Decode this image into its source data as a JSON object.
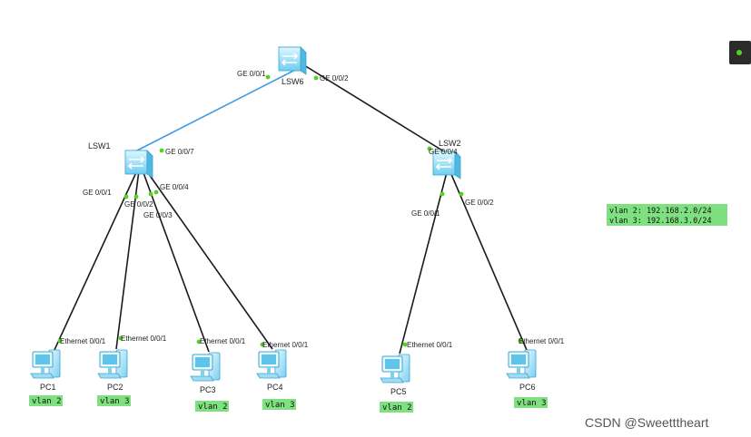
{
  "colors": {
    "link_default": "#1a1a1a",
    "link_uplink": "#3d9be9",
    "port_dot": "#4fd31f",
    "vlan_tag_bg": "#7fe07f",
    "device_body": "#8fdcf5"
  },
  "switches": [
    {
      "id": "LSW6",
      "label": "LSW6",
      "icon": "switch-icon"
    },
    {
      "id": "LSW1",
      "label": "LSW1",
      "icon": "switch-icon"
    },
    {
      "id": "LSW2",
      "label": "LSW2",
      "icon": "switch-icon"
    }
  ],
  "pcs": [
    {
      "id": "PC1",
      "label": "PC1",
      "vlan": "vlan 2",
      "icon": "pc-icon"
    },
    {
      "id": "PC2",
      "label": "PC2",
      "vlan": "vlan 3",
      "icon": "pc-icon"
    },
    {
      "id": "PC3",
      "label": "PC3",
      "vlan": "vlan 2",
      "icon": "pc-icon"
    },
    {
      "id": "PC4",
      "label": "PC4",
      "vlan": "vlan 3",
      "icon": "pc-icon"
    },
    {
      "id": "PC5",
      "label": "PC5",
      "vlan": "vlan 2",
      "icon": "pc-icon"
    },
    {
      "id": "PC6",
      "label": "PC6",
      "vlan": "vlan 3",
      "icon": "pc-icon"
    }
  ],
  "links": [
    {
      "from": "LSW6",
      "to": "LSW1",
      "from_port": "GE 0/0/1",
      "to_port": "GE 0/0/7"
    },
    {
      "from": "LSW6",
      "to": "LSW2",
      "from_port": "GE 0/0/2",
      "to_port": "GE 0/0/4"
    },
    {
      "from": "LSW1",
      "to": "PC1",
      "from_port": "GE 0/0/1",
      "to_port": "Ethernet 0/0/1"
    },
    {
      "from": "LSW1",
      "to": "PC2",
      "from_port": "GE 0/0/2",
      "to_port": "Ethernet 0/0/1"
    },
    {
      "from": "LSW1",
      "to": "PC3",
      "from_port": "GE 0/0/3",
      "to_port": "Ethernet 0/0/1"
    },
    {
      "from": "LSW1",
      "to": "PC4",
      "from_port": "GE 0/0/4",
      "to_port": "Ethernet 0/0/1"
    },
    {
      "from": "LSW2",
      "to": "PC5",
      "from_port": "GE 0/0/1",
      "to_port": "Ethernet 0/0/1"
    },
    {
      "from": "LSW2",
      "to": "PC6",
      "from_port": "GE 0/0/2",
      "to_port": "Ethernet 0/0/1"
    }
  ],
  "note": {
    "lines": [
      "vlan 2: 192.168.2.0/24",
      "vlan 3: 192.168.3.0/24"
    ]
  },
  "watermark": "CSDN @Sweetttheart",
  "corner_widget_icon": "dark-widget-icon"
}
